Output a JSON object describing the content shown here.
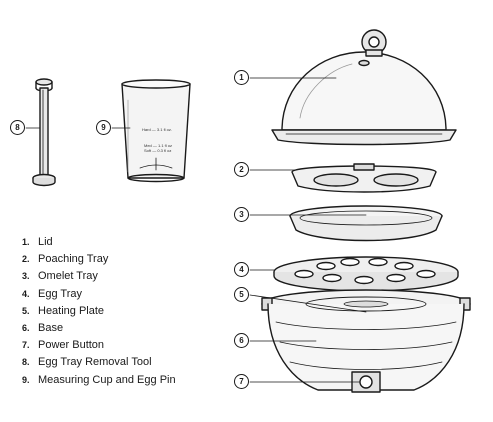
{
  "parts": [
    {
      "num": "1.",
      "label": "Lid"
    },
    {
      "num": "2.",
      "label": "Poaching Tray"
    },
    {
      "num": "3.",
      "label": "Omelet Tray"
    },
    {
      "num": "4.",
      "label": "Egg Tray"
    },
    {
      "num": "5.",
      "label": "Heating Plate"
    },
    {
      "num": "6.",
      "label": "Base"
    },
    {
      "num": "7.",
      "label": "Power Button"
    },
    {
      "num": "8.",
      "label": "Egg Tray Removal Tool"
    },
    {
      "num": "9.",
      "label": "Measuring Cup and Egg Pin"
    }
  ],
  "callouts": {
    "c1": "1",
    "c2": "2",
    "c3": "3",
    "c4": "4",
    "c5": "5",
    "c6": "6",
    "c7": "7",
    "c8": "8",
    "c9": "9"
  },
  "cup_markings": {
    "hard": "Hard — 3.1 fl oz.",
    "med": "Med — 1.1 fl oz",
    "soft": "Soft — 0.3 fl oz"
  }
}
